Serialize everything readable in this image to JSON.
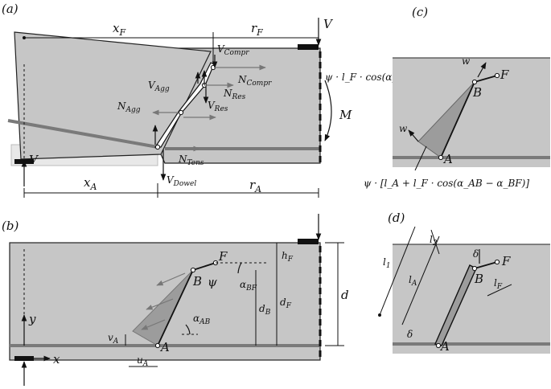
{
  "panels": {
    "a": "(a)",
    "b": "(b)",
    "c": "(c)",
    "d": "(d)"
  },
  "panel_a": {
    "x_F": "x_F",
    "r_F": "r_F",
    "V_top": "V",
    "V_Compr": "V_Compr",
    "N_Compr": "N_Compr",
    "V_Agg": "V_Agg",
    "N_Res": "N_Res",
    "N_Agg": "N_Agg",
    "V_Res": "V_Res",
    "N_Tens": "N_Tens",
    "V_support": "V",
    "M": "M",
    "x_A": "x_A",
    "V_Dowel": "V_Dowel",
    "r_A": "r_A",
    "psi_formula": "ψ · l_F · cos(α_AB − α_BF)"
  },
  "panel_b": {
    "F": "F",
    "B": "B",
    "A": "A",
    "psi": "ψ",
    "h_F": "h_F",
    "alpha_BF": "α_BF",
    "alpha_AB": "α_AB",
    "d_B": "d_B",
    "d_F": "d_F",
    "d": "d",
    "y": "y",
    "x": "x",
    "v_A": "v_A",
    "u_A": "u_A"
  },
  "panel_c": {
    "w_top": "w",
    "F": "F",
    "B": "B",
    "w_left": "w",
    "A": "A",
    "formula": "ψ · [l_A + l_F · cos(α_AB − α_BF)]"
  },
  "panel_d": {
    "l_2": "l_2",
    "l_1": "l_1",
    "l_A": "l_A",
    "delta_top": "δ",
    "F": "F",
    "B": "B",
    "l_F": "l_F",
    "delta_bottom": "δ",
    "A": "A"
  }
}
